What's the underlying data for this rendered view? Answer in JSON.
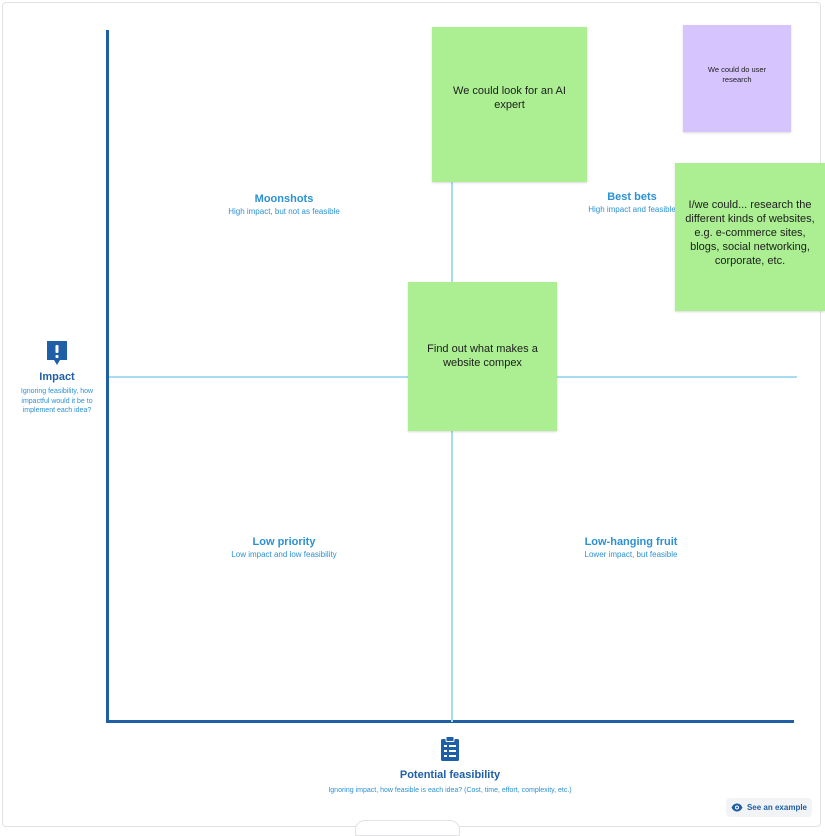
{
  "quadrants": {
    "moonshots": {
      "title": "Moonshots",
      "subtitle": "High impact, but not as feasible"
    },
    "best_bets": {
      "title": "Best bets",
      "subtitle": "High impact and feasible"
    },
    "low_priority": {
      "title": "Low priority",
      "subtitle": "Low impact and low feasibility"
    },
    "low_hanging": {
      "title": "Low-hanging fruit",
      "subtitle": "Lower impact, but feasible"
    }
  },
  "axes": {
    "impact": {
      "title": "Impact",
      "description": "Ignoring feasibility, how impactful would it be to implement each idea?",
      "icon": "exclamation-speech-bubble-icon"
    },
    "feasibility": {
      "title": "Potential feasibility",
      "description": "Ignoring impact, how feasible is each idea? (Cost, time, effort, complexity, etc.)",
      "icon": "clipboard-checklist-icon"
    }
  },
  "stickies": {
    "ai_expert": {
      "text": "We could look for an AI expert",
      "color": "#abef92"
    },
    "user_research": {
      "text": "We could do user research",
      "color": "#d6c4fe"
    },
    "research_websites": {
      "text": "I/we could... research the different kinds of websites, e.g. e-commerce sites, blogs, social networking, corporate, etc.",
      "color": "#abef92"
    },
    "complex": {
      "text": "Find out what makes a website compex",
      "color": "#abef92"
    }
  },
  "example_button": {
    "label": "See an example",
    "icon": "eye-icon"
  },
  "colors": {
    "axis": "#1f5fa8",
    "divider": "#a8dcf2",
    "label": "#2c91d3"
  }
}
